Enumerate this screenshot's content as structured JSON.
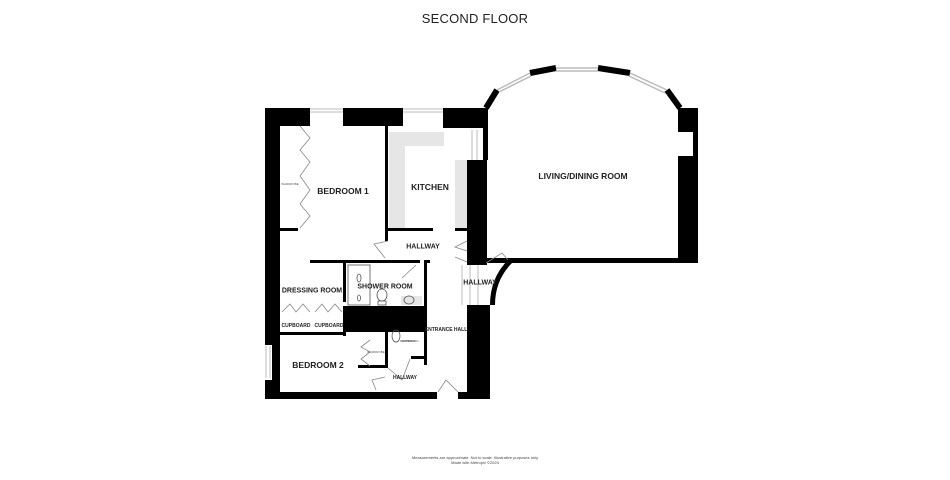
{
  "title": "SECOND FLOOR",
  "rooms": {
    "bedroom1": "BEDROOM 1",
    "kitchen": "KITCHEN",
    "living": "LIVING/DINING ROOM",
    "hallway_top": "HALLWAY",
    "hallway_right": "HALLWAY",
    "dressing": "DRESSING ROOM",
    "shower": "SHOWER ROOM",
    "cupboard1": "CUPBOARD",
    "cupboard2": "CUPBOARD",
    "entrance": "ENTRANCE HALL",
    "bedroom2": "BEDROOM 2",
    "hallway_bottom": "HALLWAY"
  },
  "minor_labels": {
    "wardrobe1": "WARDROBE",
    "wardrobe2": "WARDROBE",
    "wc_label": "CUPBOARD"
  },
  "footer": {
    "line1": "Measurements are approximate.  Not to scale.  Illustrative purposes only",
    "line2": "Made with Metropix ©2024"
  },
  "colors": {
    "wall": "#000000",
    "fitted_units": "#e6e6e6",
    "window": "#bbbbbb"
  }
}
